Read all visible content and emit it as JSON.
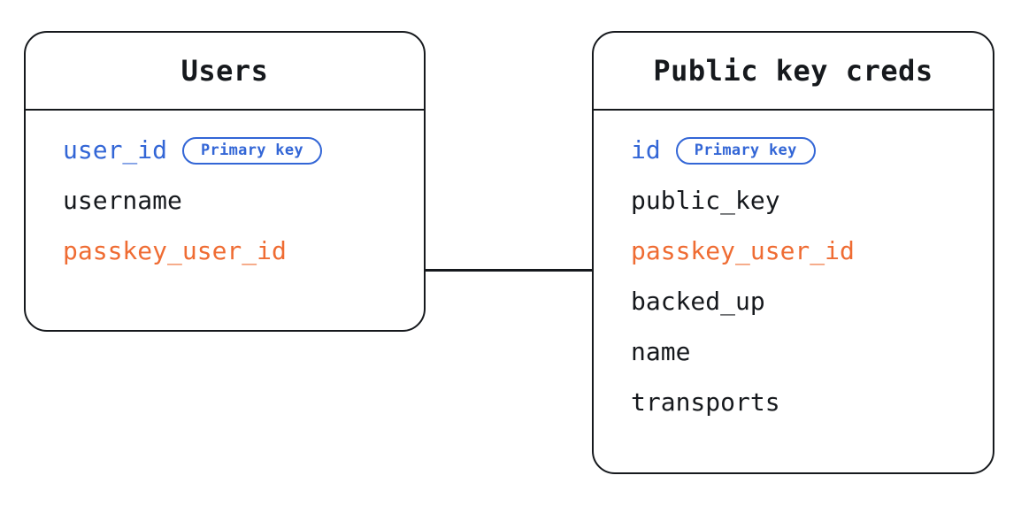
{
  "diagram": {
    "type": "entity-relationship-diagram",
    "background_color": "#ffffff",
    "colors": {
      "stroke": "#16191d",
      "text": "#16191d",
      "primary_key": "#3366d6",
      "foreign_key": "#ef6c33",
      "badge_border": "#3366d6"
    },
    "entities": [
      {
        "id": "users",
        "title": "Users",
        "fields": [
          {
            "name": "user_id",
            "role": "pk",
            "badge": "Primary key"
          },
          {
            "name": "username",
            "role": "plain",
            "badge": null
          },
          {
            "name": "passkey_user_id",
            "role": "fk",
            "badge": null
          }
        ]
      },
      {
        "id": "public_key_creds",
        "title": "Public key creds",
        "fields": [
          {
            "name": "id",
            "role": "pk",
            "badge": "Primary key"
          },
          {
            "name": "public_key",
            "role": "plain",
            "badge": null
          },
          {
            "name": "passkey_user_id",
            "role": "fk",
            "badge": null
          },
          {
            "name": "backed_up",
            "role": "plain",
            "badge": null
          },
          {
            "name": "name",
            "role": "plain",
            "badge": null
          },
          {
            "name": "transports",
            "role": "plain",
            "badge": null
          }
        ]
      }
    ],
    "relationships": [
      {
        "id": "users-to-public-key-creds",
        "from": "users.passkey_user_id",
        "to": "public_key_creds.passkey_user_id",
        "style": "solid-line",
        "label": ""
      }
    ]
  }
}
